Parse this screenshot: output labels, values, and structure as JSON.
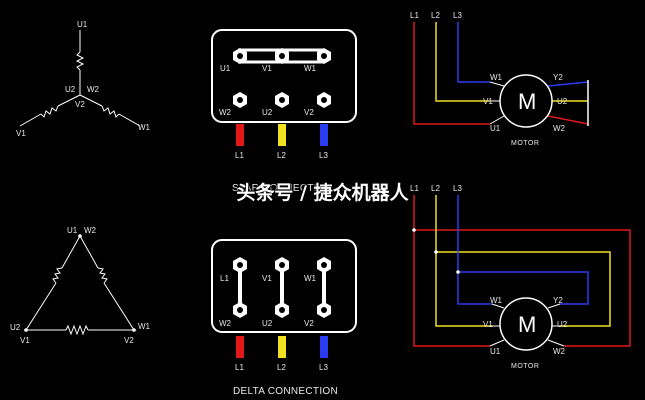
{
  "colors": {
    "l1": "#e01818",
    "l2": "#f0e020",
    "l3": "#2a3cf0",
    "wire": "#ffffff"
  },
  "star_schematic": {
    "u1": "U1",
    "u2": "U2",
    "w2": "W2",
    "v2": "V2",
    "v1": "V1",
    "w1": "W1"
  },
  "delta_schematic": {
    "u1": "U1",
    "w2": "W2",
    "u2": "U2",
    "v1": "V1",
    "w1": "W1",
    "v2": "V2"
  },
  "star_terminal": {
    "top": [
      "U1",
      "V1",
      "W1"
    ],
    "bottom": [
      "W2",
      "U2",
      "V2"
    ],
    "lines": [
      "L1",
      "L2",
      "L3"
    ],
    "caption": "STAR CONNECTION"
  },
  "delta_terminal": {
    "top": [
      "L1",
      "V1",
      "W1"
    ],
    "bottom": [
      "W2",
      "U2",
      "V2"
    ],
    "lines": [
      "L1",
      "L2",
      "L3"
    ],
    "caption": "DELTA CONNECTION"
  },
  "star_motor": {
    "lines": [
      "L1",
      "L2",
      "L3"
    ],
    "left": [
      "W1",
      "V1",
      "U1"
    ],
    "right": [
      "Y2",
      "U2",
      "W2"
    ],
    "symbol": "M",
    "label": "MOTOR"
  },
  "delta_motor": {
    "lines": [
      "L1",
      "L2",
      "L3"
    ],
    "left": [
      "W1",
      "V1",
      "U1"
    ],
    "right": [
      "Y2",
      "U2",
      "W2"
    ],
    "symbol": "M",
    "label": "MOTOR"
  },
  "watermark": "头条号 / 捷众机器人"
}
